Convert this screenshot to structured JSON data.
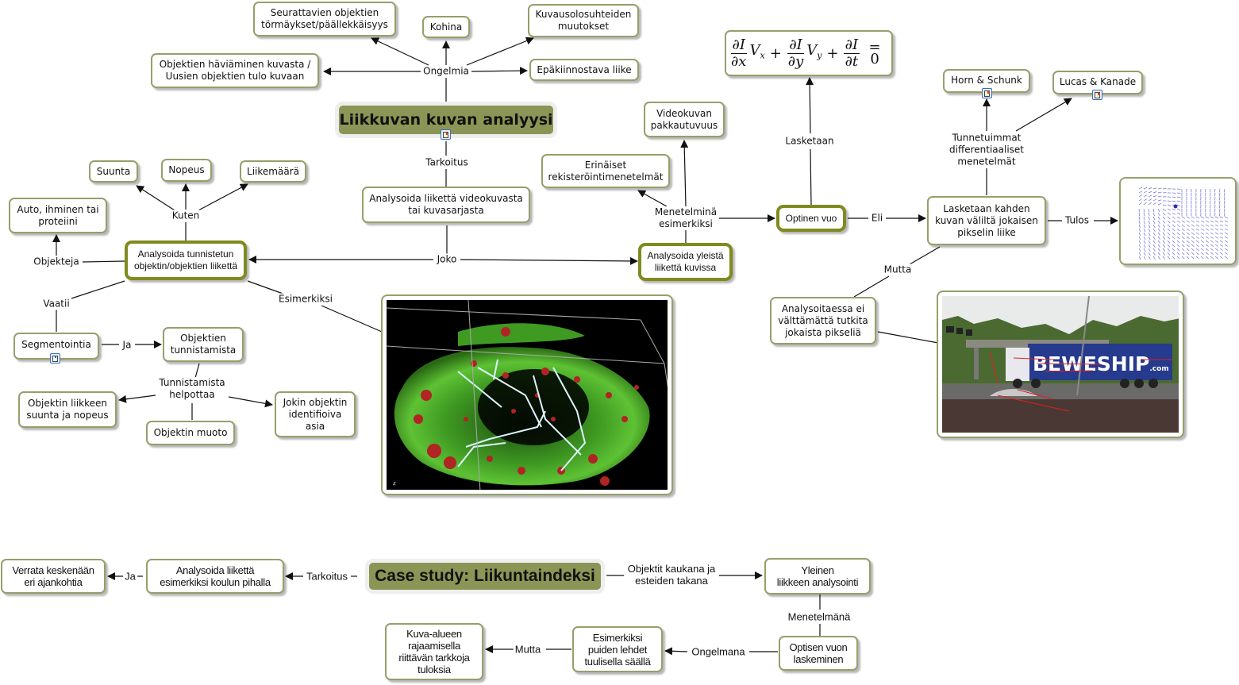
{
  "map1": {
    "title": "Liikkuvan kuvan analyysi",
    "problems_label": "Ongelmia",
    "problems": [
      "Seurattavien objektien\ntörmäykset/päällekkäisyys",
      "Kohina",
      "Kuvausolosuhteiden\nmuutokset",
      "Objektien häviäminen kuvasta /\nUusien objektien tulo kuvaan",
      "Epäkiinnostava liike"
    ],
    "purpose_label": "Tarkoitus",
    "purpose": "Analysoida liikettä videokuvasta\ntai kuvasarjasta",
    "either_label": "Joko",
    "left_branch": {
      "node": "Analysoida tunnistetun\nobjektin/objektien liikettä",
      "such_as_label": "Kuten",
      "such_as": [
        "Suunta",
        "Nopeus",
        "Liikemäärä"
      ],
      "objects_label": "Objekteja",
      "objects": "Auto, ihminen tai\nproteiini",
      "requires_label": "Vaatii",
      "segmentation": "Segmentointia",
      "and_label": "Ja",
      "recognition": "Objektien\ntunnistamista",
      "helps_label": "Tunnistamista\nhelpottaa",
      "helps": [
        "Objektin liikkeen\nsuunta ja nopeus",
        "Objektin muoto",
        "Jokin objektin\nidentifioiva\nasia"
      ],
      "example_label": "Esimerkiksi",
      "example_image": "microscopy-cell-tracking-image"
    },
    "right_branch": {
      "node": "Analysoida yleistä\nliikettä kuvissa",
      "methods_label": "Menetelminä\nesimerkiksi",
      "methods": [
        "Erinäiset\nrekisteröintimenetelmät",
        "Videokuvan\npakkautuvuus"
      ],
      "optical_flow": "Optinen vuo",
      "computed_label": "Lasketaan",
      "equation": {
        "term1": {
          "num": "∂I",
          "den": "∂x",
          "var": "V",
          "sub": "x"
        },
        "term2": {
          "num": "∂I",
          "den": "∂y",
          "var": "V",
          "sub": "y"
        },
        "term3": {
          "num": "∂I",
          "den": "∂t"
        },
        "plus": "+",
        "equals": "= 0"
      },
      "ie_label": "Eli",
      "pixel_motion": "Lasketaan kahden\nkuvan väliltä jokaisen\npikselin liike",
      "known_label": "Tunnetuimmat\ndifferentiaaliset\nmenetelmät",
      "known_methods": [
        "Horn & Schunk",
        "Lucas & Kanade"
      ],
      "result_label": "Tulos",
      "result_image": "optical-flow-vector-field",
      "but_label": "Mutta",
      "but_node": "Analysoitaessa ei\nvälttämättä tutkita\njokaista pikseliä",
      "truck_image": "truck-optical-flow-photo",
      "truck_text": "BEWESHIP",
      "truck_text_sub": ".com"
    }
  },
  "map2": {
    "title": "Case study: Liikuntaindeksi",
    "purpose_label": "Tarkoitus",
    "purpose": "Analysoida liikettä\nesimerkiksi koulun pihalla",
    "and_label": "Ja",
    "compare": "Verrata keskenään\neri ajankohtia",
    "far_label": "Objektit kaukana ja\nesteiden takana",
    "general": "Yleinen\nliikkeen analysointi",
    "method_label": "Menetelmänä",
    "optical": "Optisen vuon\nlaskeminen",
    "problem_label": "Ongelmana",
    "leaves": "Esimerkiksi\npuiden lehdet\ntuulisella säällä",
    "but_label": "Mutta",
    "crop": "Kuva-alueen\nrajaamisella\nriittävän tarkkoja\ntuloksia"
  },
  "colors": {
    "node_border": "#94a06a",
    "strong_border": "#808a1e",
    "title_fill": "#8b9656",
    "line": "#111111"
  }
}
